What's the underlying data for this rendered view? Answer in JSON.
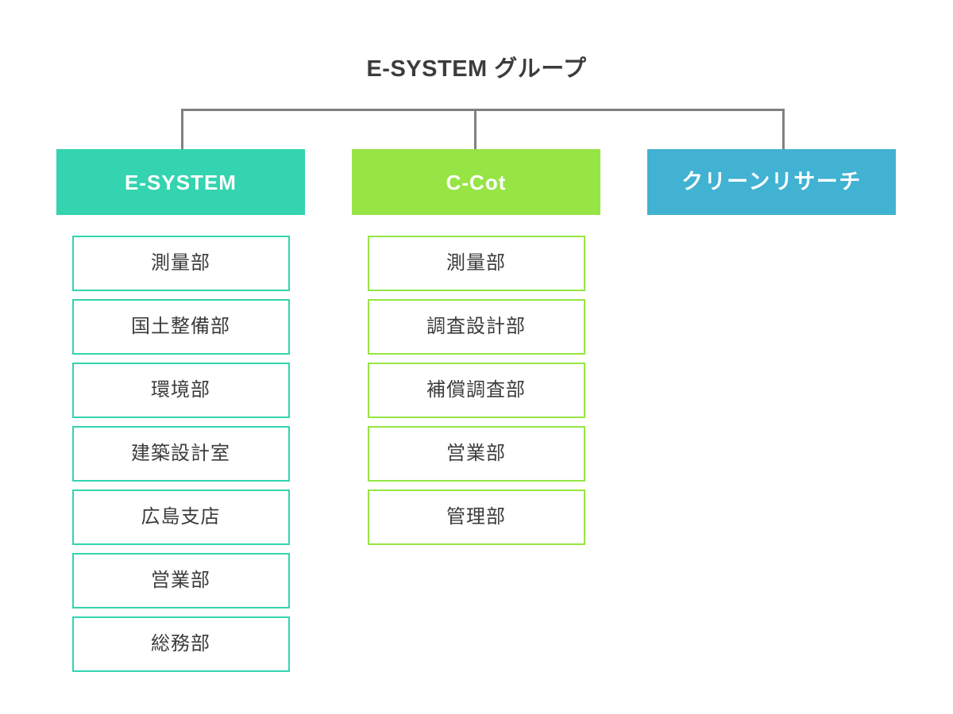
{
  "chart_data": {
    "type": "diagram",
    "diagram_kind": "organization-chart",
    "title": "E-SYSTEM グループ",
    "title_color": "#3c3c3c",
    "connector_color": "#808080",
    "root": {
      "label": "E-SYSTEM グループ"
    },
    "branches": [
      {
        "id": "e-system",
        "label": "E-SYSTEM",
        "label_script": "latin",
        "color": "#33d4af",
        "departments": [
          "測量部",
          "国土整備部",
          "環境部",
          "建築設計室",
          "広島支店",
          "営業部",
          "総務部"
        ]
      },
      {
        "id": "c-cot",
        "label": "C-Cot",
        "label_script": "latin",
        "color": "#96e544",
        "departments": [
          "測量部",
          "調査設計部",
          "補償調査部",
          "営業部",
          "管理部"
        ]
      },
      {
        "id": "clean-research",
        "label": "クリーンリサーチ",
        "label_script": "japanese",
        "color": "#41b2d2",
        "departments": []
      }
    ]
  }
}
